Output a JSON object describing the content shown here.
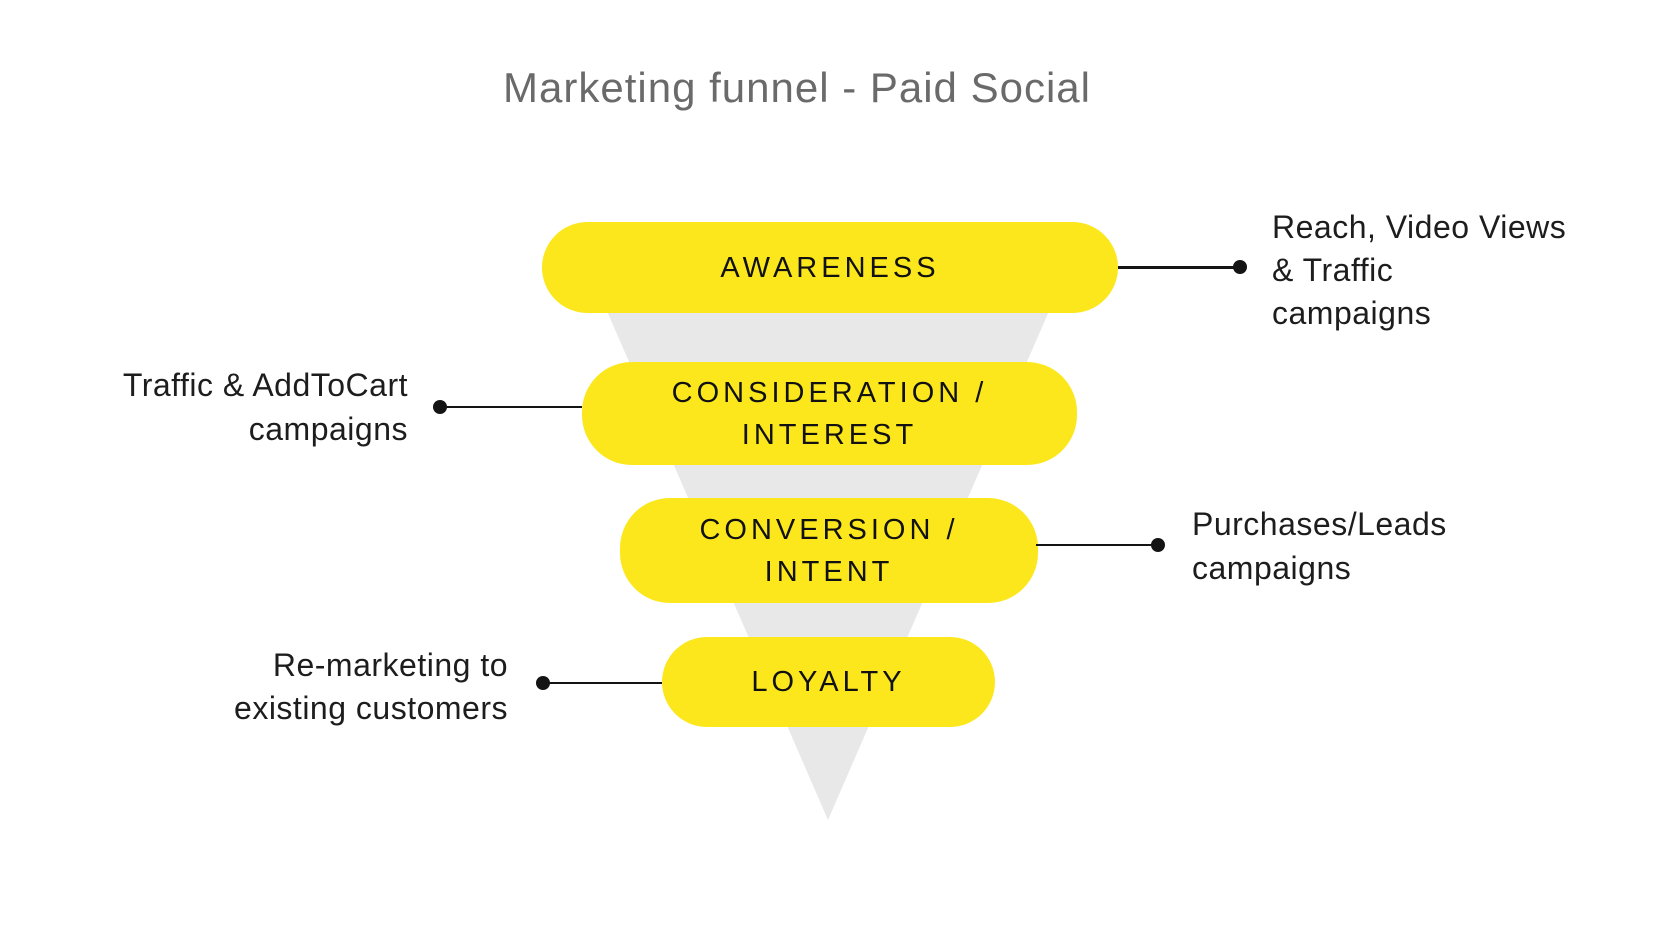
{
  "title": "Marketing funnel - Paid Social",
  "colors": {
    "background": "#FFFFFF",
    "stage_fill": "#FBE71B",
    "stage_text": "#111111",
    "funnel_triangle": "#E8E8E8",
    "title_text": "#6A6A6A",
    "annotation_text": "#1D1D1D",
    "connector": "#141414"
  },
  "funnel": {
    "stages": [
      {
        "label": "AWARENESS",
        "annotation_side": "right",
        "annotation": "Reach, Video Views & Traffic campaigns",
        "annotation_lines": [
          "Reach, Video Views",
          "& Traffic",
          "campaigns"
        ]
      },
      {
        "label": "CONSIDERATION / INTEREST",
        "annotation_side": "left",
        "annotation": "Traffic & AddToCart campaigns",
        "annotation_lines": [
          "Traffic & AddToCart",
          "campaigns"
        ]
      },
      {
        "label": "CONVERSION / INTENT",
        "annotation_side": "right",
        "annotation": "Purchases/Leads campaigns",
        "annotation_lines": [
          "Purchases/Leads",
          "campaigns"
        ]
      },
      {
        "label": "LOYALTY",
        "annotation_side": "left",
        "annotation": "Re-marketing to existing customers",
        "annotation_lines": [
          "Re-marketing to",
          "existing customers"
        ]
      }
    ]
  }
}
